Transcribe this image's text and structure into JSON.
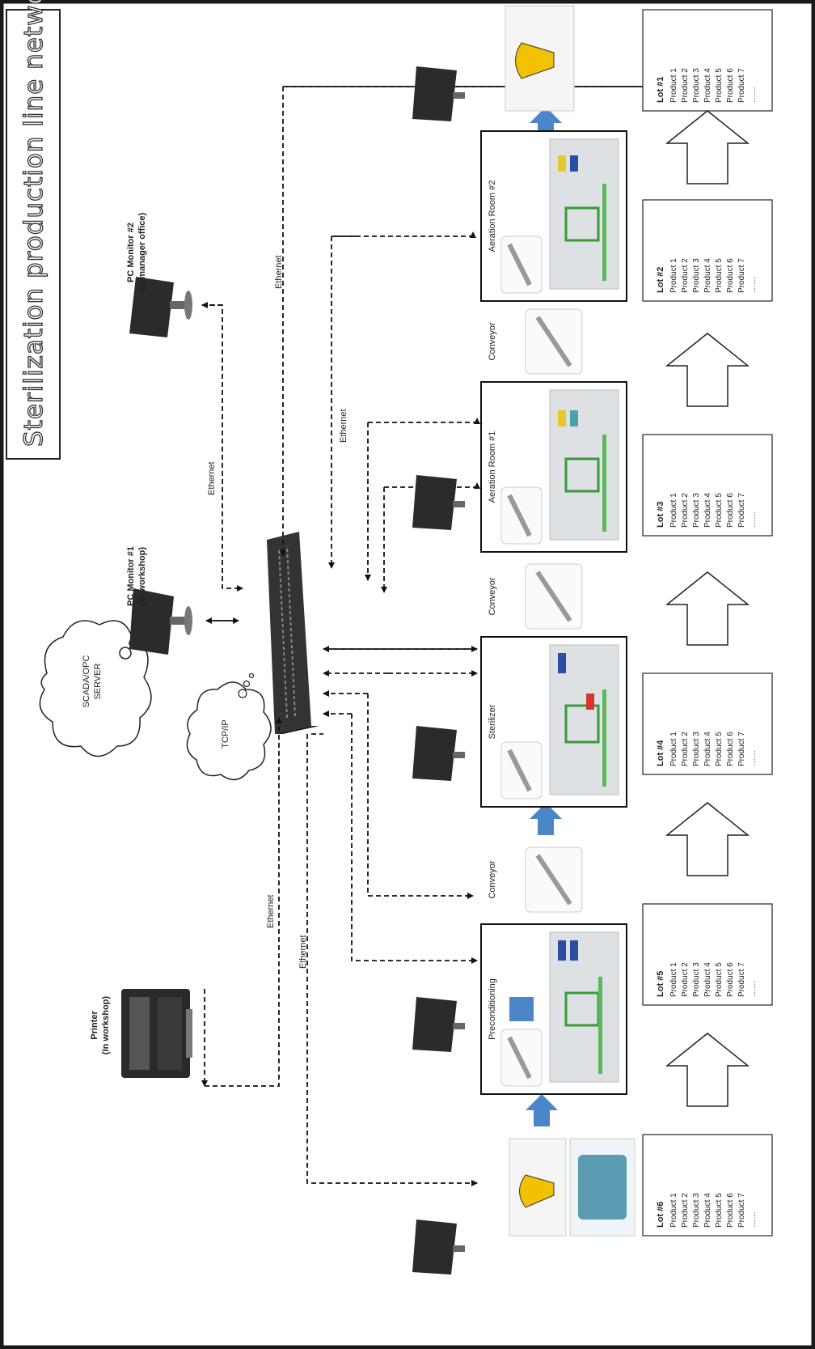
{
  "title": "Sterilization production line network",
  "devices": {
    "printer": {
      "line1": "Printer",
      "line2": "(In workshop)"
    },
    "pc_monitor_1": {
      "line1": "PC Monitor #1",
      "line2": "(In workshop)"
    },
    "pc_monitor_2": {
      "line1": "PC Monitor #2",
      "line2": "(In manager office)"
    },
    "scada_cloud": {
      "line1": "SCADA/OPC",
      "line2": "SERVER"
    },
    "tcpip_cloud": {
      "label": "TCP/IP"
    }
  },
  "links": {
    "ethernet_label": "Ethernet"
  },
  "stations": [
    {
      "label": "Preconditioning"
    },
    {
      "label": "Conveyor"
    },
    {
      "label": "Sterilizer"
    },
    {
      "label": "Conveyor"
    },
    {
      "label": "Aeration Room #1"
    },
    {
      "label": "Conveyor"
    },
    {
      "label": "Aeration Room #2"
    }
  ],
  "lots": [
    {
      "name": "Lot #6",
      "items": [
        "Product 1",
        "Product 2",
        "Product 3",
        "Product 4",
        "Product 5",
        "Product 6",
        "Product 7",
        "……"
      ]
    },
    {
      "name": "Lot #5",
      "items": [
        "Product 1",
        "Product 2",
        "Product 3",
        "Product 4",
        "Product 5",
        "Product 6",
        "Product 7",
        "……"
      ]
    },
    {
      "name": "Lot #4",
      "items": [
        "Product 1",
        "Product 2",
        "Product 3",
        "Product 4",
        "Product 5",
        "Product 6",
        "Product 7",
        "……"
      ]
    },
    {
      "name": "Lot #3",
      "items": [
        "Product 1",
        "Product 2",
        "Product 3",
        "Product 4",
        "Product 5",
        "Product 6",
        "Product 7",
        "……"
      ]
    },
    {
      "name": "Lot #2",
      "items": [
        "Product 1",
        "Product 2",
        "Product 3",
        "Product 4",
        "Product 5",
        "Product 6",
        "Product 7",
        "……"
      ]
    },
    {
      "name": "Lot #1",
      "items": [
        "Product 1",
        "Product 2",
        "Product 3",
        "Product 4",
        "Product 5",
        "Product 6",
        "Product 7",
        "……"
      ]
    }
  ],
  "colors": {
    "flow_arrow": "#4a86c8",
    "panel_green": "#5cb85c",
    "panel_blue": "#2c4fa3",
    "panel_yellow": "#e6c82a",
    "panel_red": "#d9352f"
  }
}
